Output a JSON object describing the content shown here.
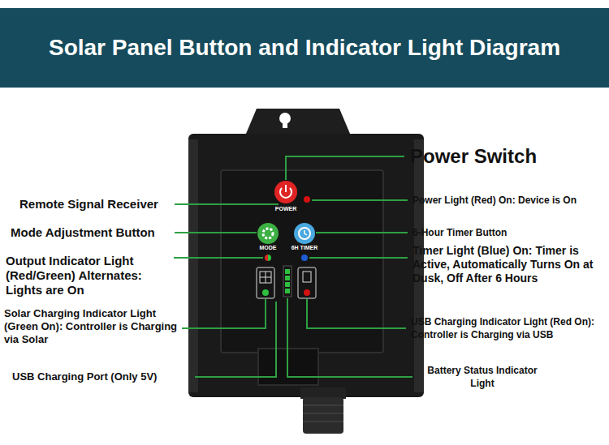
{
  "diagram": {
    "title": "Solar Panel Button and Indicator Light Diagram",
    "labels": [
      "Power Switch",
      "Remote Signal Receiver",
      "Power Light (Red) On: Device is On",
      "Mode Adjustment Button",
      "6-Hour Timer Button",
      "Output Indicator Light (Red/Green) Alternates: Lights are On",
      "Timer Light (Blue) On: Timer is Active, Automatically Turns On at Dusk, Off After 6 Hours",
      "Solar Charging Indicator Light (Green On): Controller is Charging via Solar",
      "USB Charging Indicator Light (Red On): Controller is Charging via USB",
      "USB Charging Port (Only 5V)",
      "Battery Status Indicator Light",
      "POWER",
      "MODE",
      "6H TIMER"
    ]
  }
}
